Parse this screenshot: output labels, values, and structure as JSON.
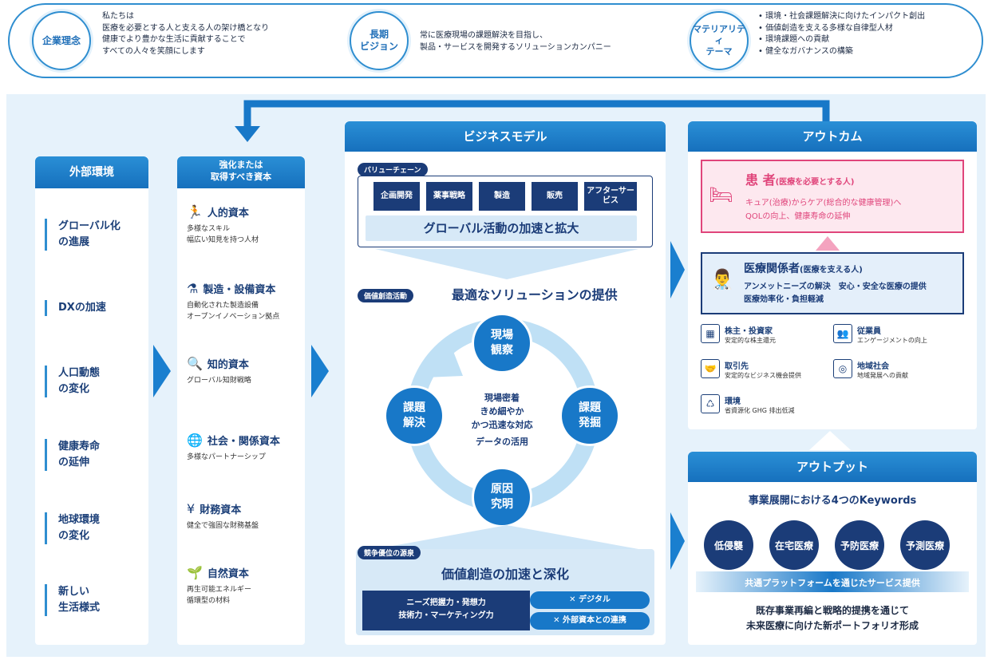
{
  "top": {
    "philosophy": {
      "label": "企業理念",
      "lines": [
        "私たちは",
        "医療を必要とする人と支える人の架け橋となり",
        "健康でより豊かな生活に貢献することで",
        "すべての人々を笑顔にします"
      ]
    },
    "vision": {
      "label_1": "長期",
      "label_2": "ビジョン",
      "lines": [
        "常に医療現場の課題解決を目指し、",
        "製品・サービスを開発するソリューションカンパニー"
      ]
    },
    "materiality": {
      "label_1": "マテリアリティ",
      "label_2": "テーマ",
      "items": [
        "• 環境・社会課題解決に向けたインパクト創出",
        "• 価値創造を支える多様な自律型人材",
        "• 環境課題への貢献",
        "• 健全なガバナンスの構築"
      ]
    }
  },
  "external": {
    "title": "外部環境",
    "items": [
      {
        "l1": "グローバル化",
        "l2": "の進展"
      },
      {
        "l1": "DXの加速",
        "l2": ""
      },
      {
        "l1": "人口動態",
        "l2": "の変化"
      },
      {
        "l1": "健康寿命",
        "l2": "の延伸"
      },
      {
        "l1": "地球環境",
        "l2": "の変化"
      },
      {
        "l1": "新しい",
        "l2": "生活様式"
      }
    ]
  },
  "capitals": {
    "title_1": "強化または",
    "title_2": "取得すべき資本",
    "items": [
      {
        "icon": "running-person-icon",
        "glyph": "🏃",
        "title": "人的資本",
        "s1": "多様なスキル",
        "s2": "幅広い知見を持つ人材"
      },
      {
        "icon": "lab-flask-icon",
        "glyph": "⚗",
        "title": "製造・設備資本",
        "s1": "自動化された製造設備",
        "s2": "オープンイノベーション拠点"
      },
      {
        "icon": "magnifier-icon",
        "glyph": "🔍",
        "title": "知的資本",
        "s1": "グローバル知財戦略",
        "s2": ""
      },
      {
        "icon": "globe-people-icon",
        "glyph": "🌐",
        "title": "社会・関係資本",
        "s1": "多様なパートナーシップ",
        "s2": ""
      },
      {
        "icon": "yen-icon",
        "glyph": "¥",
        "title": "財務資本",
        "s1": "健全で強固な財務基盤",
        "s2": ""
      },
      {
        "icon": "sprout-icon",
        "glyph": "🌱",
        "title": "自然資本",
        "s1": "再生可能エネルギー",
        "s2": "循環型の材料"
      }
    ]
  },
  "business": {
    "title": "ビジネスモデル",
    "value_chain_tag": "バリューチェーン",
    "value_chain": [
      "企画開発",
      "薬事戦略",
      "製造",
      "販売",
      "アフターサービス"
    ],
    "global_text": "グローバル活動の加速と拡大",
    "activity_tag": "価値創造活動",
    "solution_text": "最適なソリューションの提供",
    "cycle": {
      "top": "現場観察",
      "right": "課題発掘",
      "bottom": "原因究明",
      "left": "課題解決"
    },
    "cycle_center": [
      "現場密着",
      "きめ細やか",
      "かつ迅速な対応",
      "データの活用"
    ],
    "source_tag": "競争優位の源泉",
    "deepen_text": "価値創造の加速と深化",
    "power_1": "ニーズ把握力・発想力",
    "power_2": "技術力・マーケティング力",
    "cross_1": "デジタル",
    "cross_2": "外部資本との連携"
  },
  "outcome": {
    "title": "アウトカム",
    "patient_title": "患 者",
    "patient_sub": "(医療を必要とする人)",
    "patient_l1": "キュア(治療)からケア(総合的な健康管理)へ",
    "patient_l2": "QOLの向上、健康寿命の延伸",
    "medical_title": "医療関係者",
    "medical_sub": "(医療を支える人)",
    "medical_l1": "アンメットニーズの解決　安心・安全な医療の提供",
    "medical_l2": "医療効率化・負担軽減",
    "stakeholders": [
      {
        "icon": "chart-icon",
        "glyph": "▦",
        "t": "株主・投資家",
        "s": "安定的な株主還元"
      },
      {
        "icon": "employees-icon",
        "glyph": "👥",
        "t": "従業員",
        "s": "エンゲージメントの向上"
      },
      {
        "icon": "handshake-icon",
        "glyph": "🤝",
        "t": "取引先",
        "s": "安定的なビジネス機会提供"
      },
      {
        "icon": "community-icon",
        "glyph": "◎",
        "t": "地域社会",
        "s": "地域発展への貢献"
      },
      {
        "icon": "environment-icon",
        "glyph": "♺",
        "t": "環境",
        "s": "省資源化 GHG 排出低減"
      }
    ]
  },
  "output": {
    "title": "アウトプット",
    "keywords_title": "事業展開における4つのKeywords",
    "keywords": [
      "低侵襲",
      "在宅医療",
      "予防医療",
      "予測医療"
    ],
    "platform": "共通プラットフォームを通じたサービス提供",
    "footer_1": "既存事業再編と戦略的提携を通じて",
    "footer_2": "未来医療に向けた新ポートフォリオ形成"
  },
  "colors": {
    "accent": "#1878c8",
    "navy": "#1b3c78",
    "pink": "#e0457b",
    "bg": "#e6f2fb"
  }
}
